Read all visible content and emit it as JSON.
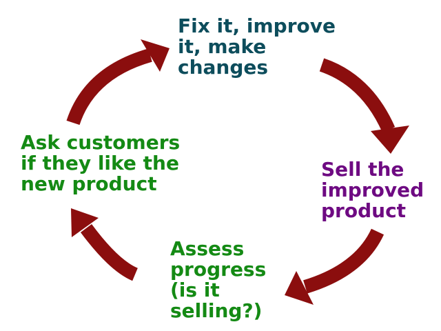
{
  "diagram": {
    "type": "cycle",
    "background_color": "#ffffff",
    "arrow_color": "#8b0e0e",
    "steps": [
      {
        "name": "fix",
        "label": "Fix it, improve\nit, make\nchanges",
        "color": "#0d4d5c",
        "position": "top"
      },
      {
        "name": "sell",
        "label": "Sell the\nimproved\nproduct",
        "color": "#6e0a82",
        "position": "right"
      },
      {
        "name": "assess",
        "label": "Assess\nprogress\n(is it\nselling?)",
        "color": "#148a14",
        "position": "bottom"
      },
      {
        "name": "ask",
        "label": "Ask customers\nif they like the\nnew product",
        "color": "#148a14",
        "position": "left"
      }
    ],
    "arrows": [
      {
        "from": "ask",
        "to": "fix"
      },
      {
        "from": "fix",
        "to": "sell"
      },
      {
        "from": "sell",
        "to": "assess"
      },
      {
        "from": "assess",
        "to": "ask"
      }
    ]
  }
}
